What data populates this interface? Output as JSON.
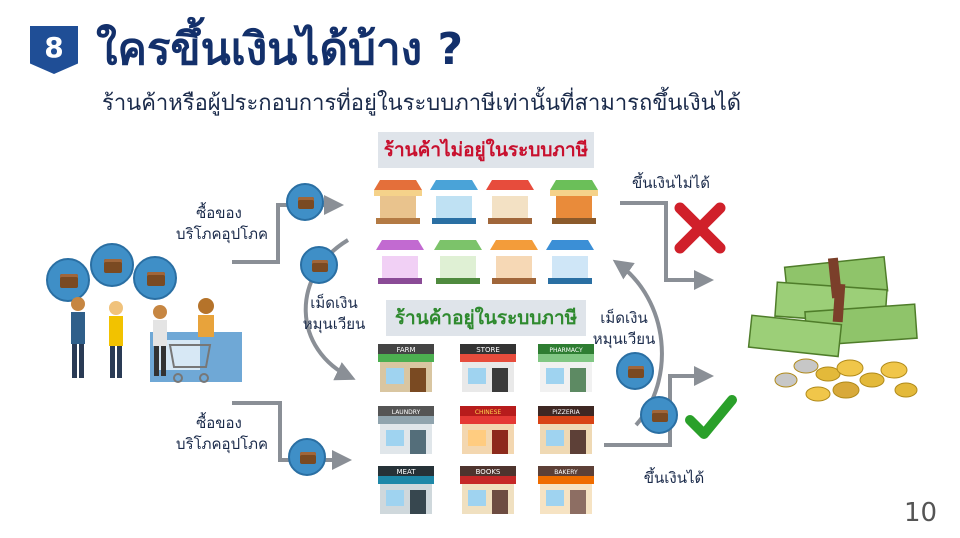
{
  "header": {
    "badge": "8",
    "title": "ใครขึ้นเงินได้บ้าง ?",
    "subtitle": "ร้านค้าหรือผู้ประกอบการที่อยู่ในระบบภาษีเท่านั้นที่สามารถขึ้นเงินได้"
  },
  "categories": {
    "not_in_tax": "ร้านค้าไม่อยู่ในระบบภาษี",
    "in_tax": "ร้านค้าอยู่ในระบบภาษี"
  },
  "labels": {
    "buy_top_1": "ซื้อของ",
    "buy_top_2": "บริโภคอุปโภค",
    "buy_bottom_1": "ซื้อของ",
    "buy_bottom_2": "บริโภคอุปโภค",
    "circulate_left_1": "เม็ดเงิน",
    "circulate_left_2": "หมุนเวียน",
    "circulate_right_1": "เม็ดเงิน",
    "circulate_right_2": "หมุนเวียน",
    "cannot_cash": "ขึ้นเงินไม่ได้",
    "can_cash": "ขึ้นเงินได้"
  },
  "shop_signs": {
    "farm": "FARM",
    "store": "STORE",
    "pharmacy": "PHARMACY",
    "laundry": "LAUNDRY",
    "chinese": "CHINESE",
    "pizzeria": "PIZZERIA",
    "meat": "MEAT",
    "books": "BOOKS",
    "bakery": "BAKERY"
  },
  "page_number": "10",
  "colors": {
    "title": "#13306b",
    "badge": "#1f4e96",
    "not_in_tax": "#c8102e",
    "in_tax": "#2f8a2f",
    "arrow": "#8a8f96",
    "coin": "#3f8fc7"
  }
}
